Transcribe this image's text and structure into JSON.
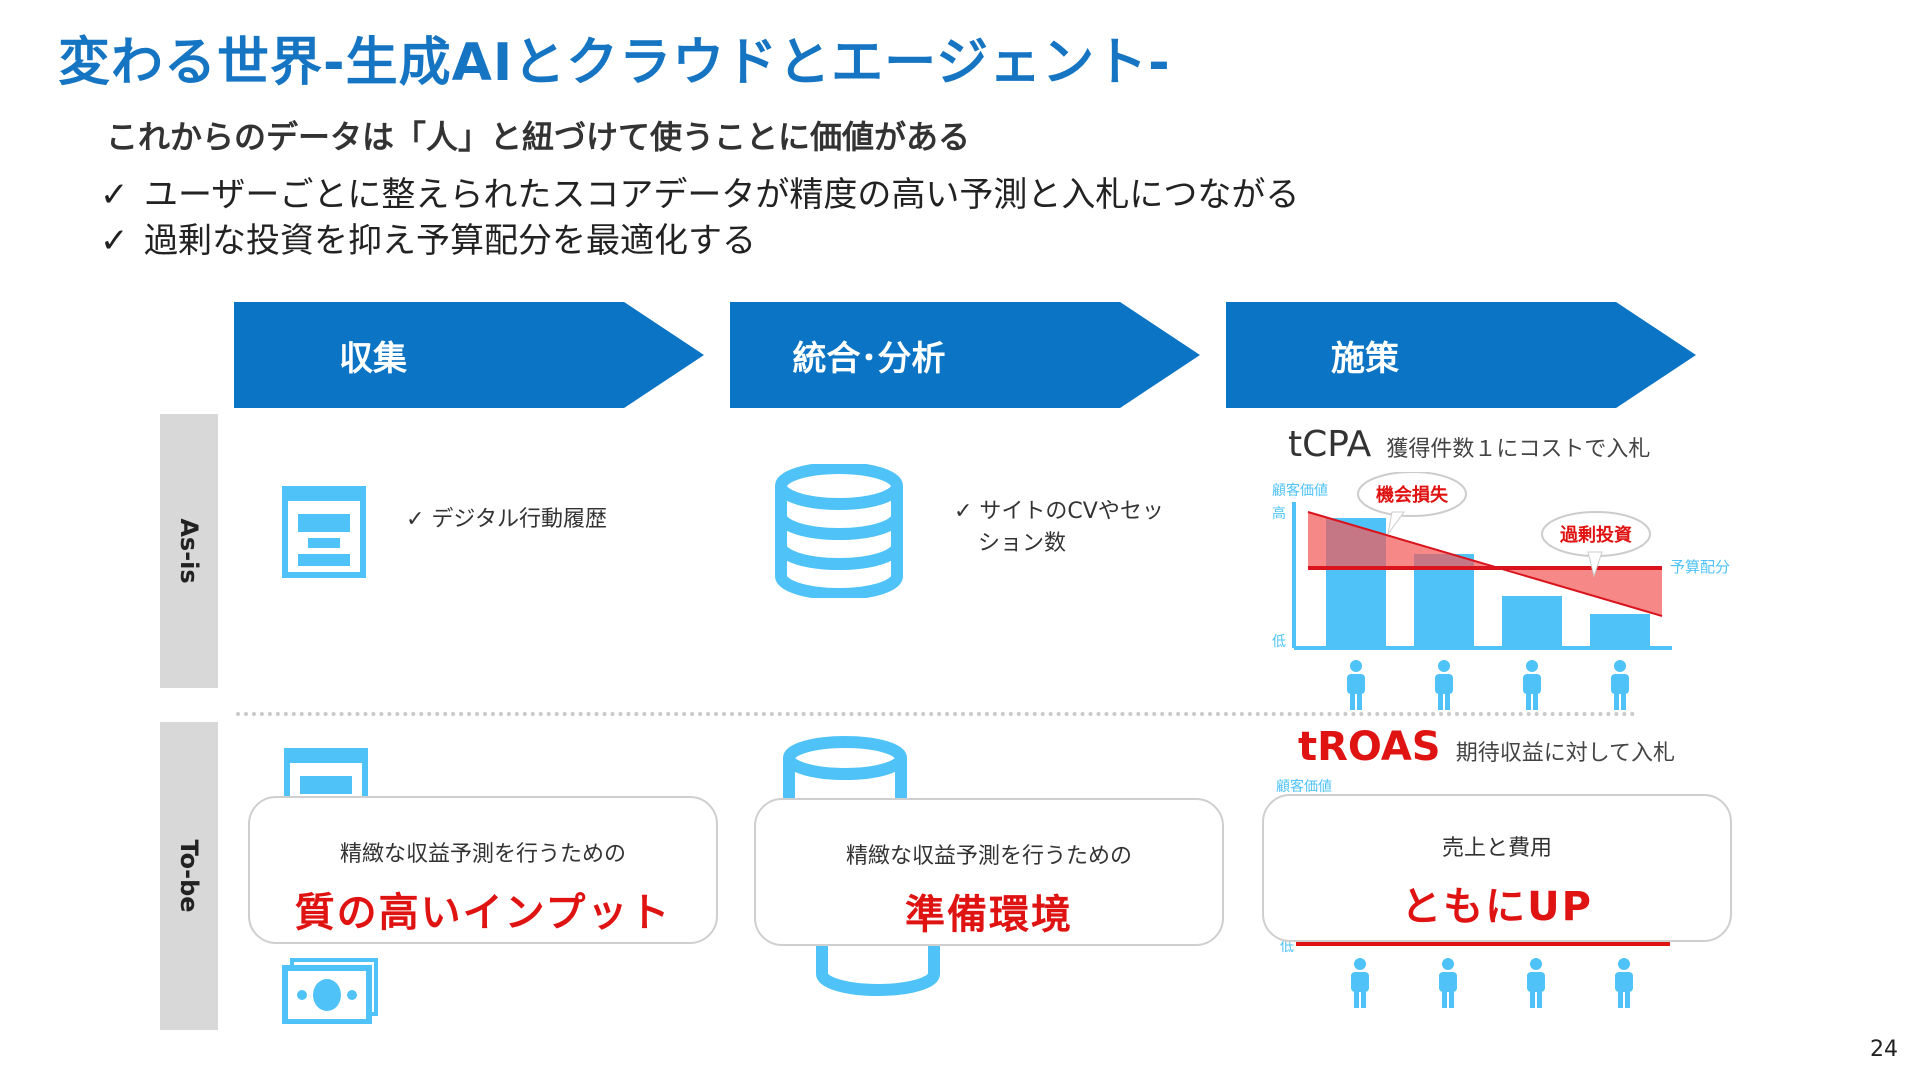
{
  "title": "変わる世界-生成AIとクラウドとエージェント-",
  "subtitle": "これからのデータは「人」と紐づけて使うことに価値がある",
  "bullets": [
    {
      "mark": "✓",
      "text": "ユーザーごとに整えられたスコアデータが精度の高い予測と入札につながる"
    },
    {
      "mark": "✓",
      "text": "過剰な投資を抑え予算配分を最適化する"
    }
  ],
  "stages": [
    "収集",
    "統合･分析",
    "施策"
  ],
  "rows": {
    "as_is": "As-is",
    "to_be": "To-be"
  },
  "as_is": {
    "collect_note": "✓ デジタル行動履歴",
    "analysis_note_line1": "✓ サイトのCVやセッ",
    "analysis_note_line2": "ション数",
    "tcpa_name": "tCPA",
    "tcpa_desc": "獲得件数１にコストで入札",
    "chart_y_label": "顧客価値",
    "chart_y_high": "高",
    "chart_y_low": "低",
    "bubble_missed": "機会損失",
    "bubble_over": "過剰投資",
    "budget_label": "予算配分"
  },
  "to_be": {
    "troas_name": "tROAS",
    "troas_desc": "期待収益に対して入札",
    "chart_y_label": "顧客価値",
    "chart_y_low": "低"
  },
  "callouts": [
    {
      "small": "精緻な収益予測を行うための",
      "big": "質の高いインプット"
    },
    {
      "small": "精緻な収益予測を行うための",
      "big": "準備環境"
    },
    {
      "small": "売上と費用",
      "big": "ともにUP"
    }
  ],
  "page_number": "24",
  "colors": {
    "brand_blue": "#0b74c4",
    "title_blue": "#1675c2",
    "icon_blue": "#4fc3f7",
    "accent_red": "#e01313"
  }
}
